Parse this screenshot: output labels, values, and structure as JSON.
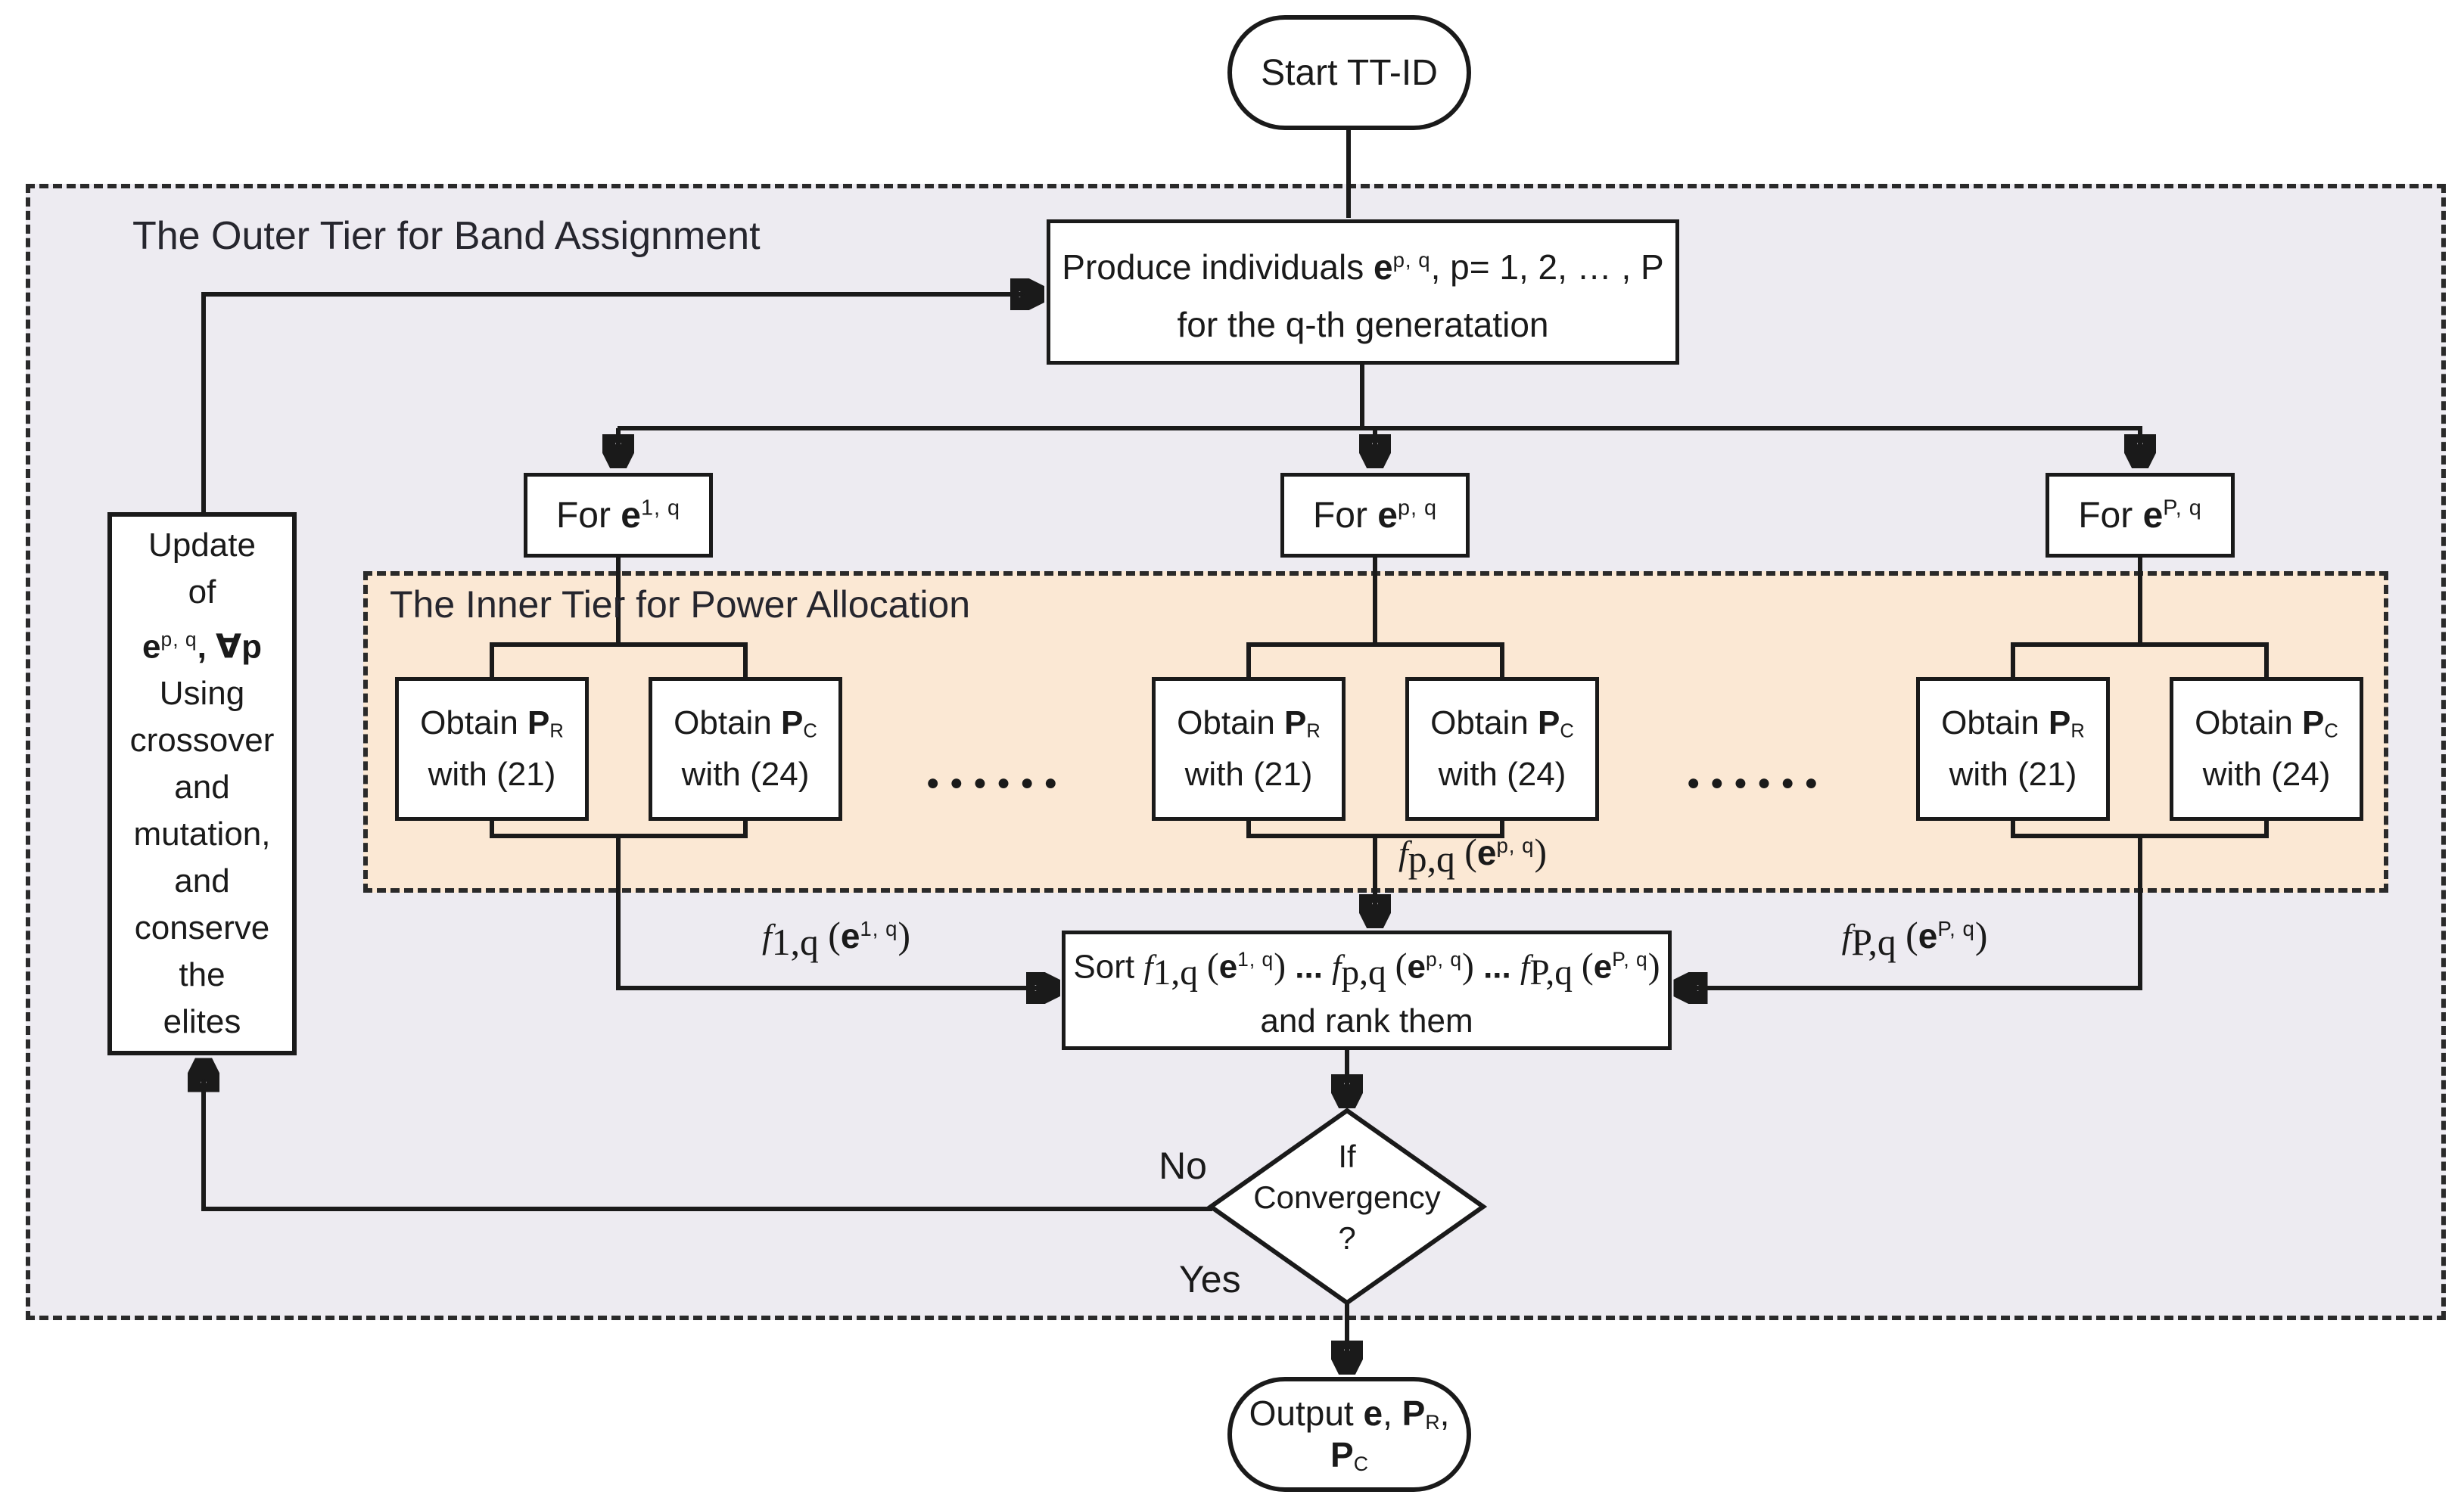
{
  "figure": {
    "outer_title": "The Outer Tier for Band Assignment",
    "inner_title": "The Inner Tier for Power Allocation"
  },
  "start": {
    "label": "Start TT-ID"
  },
  "produce": {
    "line1_pre": "Produce  individuals ",
    "e": "e",
    "e_sup": "p, q",
    "line1_post": ", p= 1, 2, … , P",
    "line2": "for the q-th generatation"
  },
  "update": {
    "line1": "Update",
    "line2": "of",
    "e": "e",
    "e_sup": "p, q",
    "comma": ", ",
    "forall": "∀p",
    "rest": [
      "Using",
      "crossover",
      "and",
      "mutation,",
      "and",
      "conserve",
      "the",
      "elites"
    ]
  },
  "for_boxes": [
    {
      "pre": "For ",
      "e": "e",
      "sup": "1, q"
    },
    {
      "pre": "For ",
      "e": "e",
      "sup": "p, q"
    },
    {
      "pre": "For ",
      "e": "e",
      "sup": "P, q"
    }
  ],
  "obtain": {
    "pr": {
      "pre": "Obtain ",
      "sym": "P",
      "sub": "R",
      "line2": "with (21)"
    },
    "pc": {
      "pre": "Obtain ",
      "sym": "P",
      "sub": "C",
      "line2": "with (24)"
    }
  },
  "sort": {
    "word": "Sort ",
    "dots": " ... ",
    "line2": "and rank them",
    "terms": [
      {
        "f": "f",
        "sub": "1,q",
        "open": " (",
        "e": "e",
        "sup": "1, q",
        "close": ")"
      },
      {
        "f": "f",
        "sub": "p,q",
        "open": " (",
        "e": "e",
        "sup": "p, q",
        "close": ")"
      },
      {
        "f": "f",
        "sub": "P,q",
        "open": " (",
        "e": "e",
        "sup": "P, q",
        "close": ")"
      }
    ]
  },
  "decision": {
    "line1": "If",
    "line2": "Convergency",
    "line3": "?"
  },
  "output": {
    "pre": "Output ",
    "e": "e",
    "sep1": ", ",
    "P1": "P",
    "sub1": "R",
    "sep2": ", ",
    "P2": "P",
    "sub2": "C"
  },
  "edge_labels": {
    "f1": {
      "f": "f",
      "sub": "1,q",
      "open": " (",
      "e": "e",
      "sup": "1, q",
      "close": ")"
    },
    "fp": {
      "f": "f",
      "sub": "p,q",
      "open": " (",
      "e": "e",
      "sup": "p, q",
      "close": ")"
    },
    "fP": {
      "f": "f",
      "sub": "P,q",
      "open": " (",
      "e": "e",
      "sup": "P, q",
      "close": ")"
    },
    "no": "No",
    "yes": "Yes",
    "ellipsis": "●●●●●●"
  },
  "colors": {
    "outer_bg": "#edebf1",
    "inner_bg": "#fbe8d4",
    "stroke": "#1a1a1a",
    "box_bg": "#ffffff"
  }
}
